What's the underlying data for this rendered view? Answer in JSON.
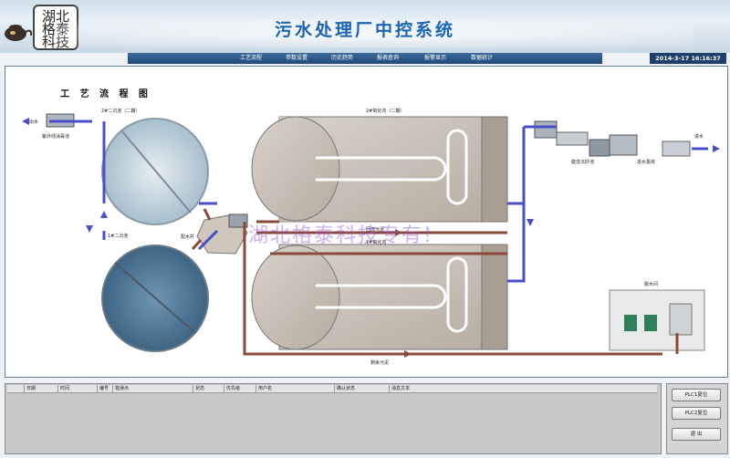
{
  "app": {
    "title": "污水处理厂中控系统",
    "datetime": "2014-3-17 16:16:37",
    "logo_lines": [
      "湖北",
      "格泰",
      "科技"
    ]
  },
  "nav": {
    "tabs": [
      "工艺流程",
      "参数设置",
      "历史趋势",
      "报表查询",
      "报警显示",
      "数据统计"
    ]
  },
  "process": {
    "heading": "工 艺 流 程 图",
    "labels": {
      "outlet": "出水",
      "uv": "紫外线消毒池",
      "clarifier2": "2#二沉池（二期）",
      "clarifier1": "1#二沉池",
      "distribution_well": "配水井",
      "oxidation2": "2#氧化沟（二期）",
      "oxidation1": "1#氧化沟",
      "return_sludge": "回流污泥",
      "grit": "旋流沉砂池",
      "pump_house": "进水泵房",
      "inlet": "进水",
      "dewatering": "脱水间",
      "excess_sludge": "剩余污泥"
    },
    "watermark": "湖北格泰科技专有!"
  },
  "alarm_table": {
    "columns": [
      "日期",
      "时间",
      "编号",
      "错误点",
      "状态",
      "优先级",
      "用户名",
      "确认状态",
      "消息文本"
    ]
  },
  "controls": {
    "buttons": [
      "PLC1复位",
      "PLC2复位",
      "退 出"
    ]
  },
  "colors": {
    "title": "#1a64b4",
    "nav": "#1f4a7a",
    "water_pipe": "#4a4fc8",
    "sludge_pipe": "#8a4a3a",
    "clarifier": "#7da7c4"
  }
}
